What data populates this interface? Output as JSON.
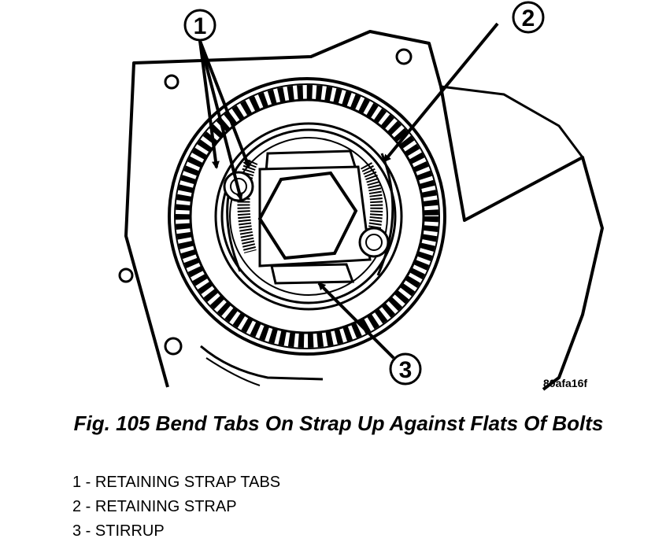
{
  "figure": {
    "callouts": [
      "1",
      "2",
      "3"
    ],
    "code": "80afa16f"
  },
  "caption": "Fig. 105 Bend Tabs On Strap Up Against Flats Of Bolts",
  "legend": [
    "1 - RETAINING STRAP TABS",
    "2 - RETAINING STRAP",
    "3 - STIRRUP"
  ]
}
